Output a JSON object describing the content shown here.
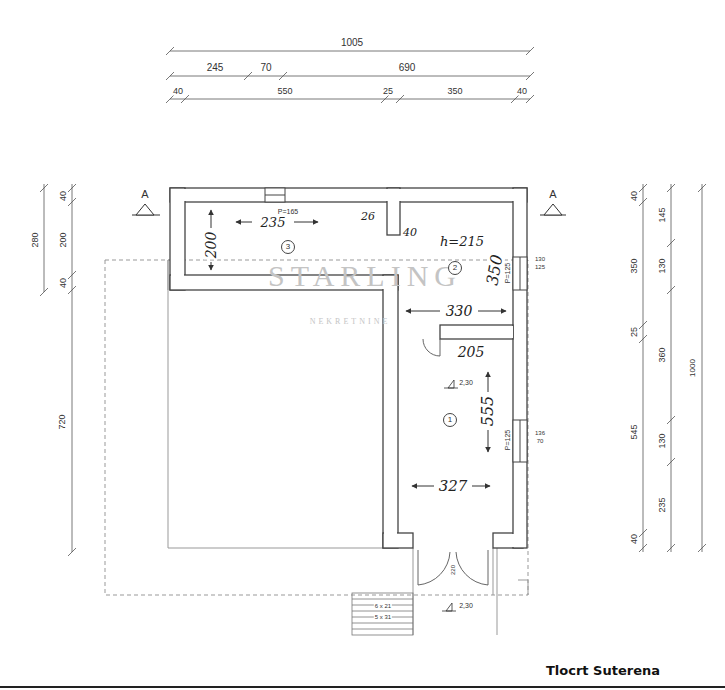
{
  "diagram": {
    "caption": "Tlocrt Suterena",
    "nodes": [
      {
        "text": [
          "3"
        ]
      },
      {
        "text": [
          "2"
        ]
      },
      {
        "text": [
          "1"
        ]
      }
    ],
    "labels": [
      "1005",
      "245",
      "70",
      "690",
      "40",
      "550",
      "25",
      "350",
      "40",
      "40",
      "200",
      "40",
      "280",
      "720",
      "40",
      "350",
      "25",
      "545",
      "40",
      "145",
      "130",
      "360",
      "130",
      "235",
      "1000",
      "A",
      "A",
      "P=165",
      "P=125",
      "130",
      "125",
      "P=125",
      "136",
      "70",
      "200",
      "235",
      "26",
      "40",
      "h=215",
      "350",
      "330",
      "205",
      "2,30",
      "555",
      "327",
      "220",
      "2,30",
      "6 x 21",
      "5 x 31",
      "STARLING",
      "NEKRETNINE"
    ]
  }
}
